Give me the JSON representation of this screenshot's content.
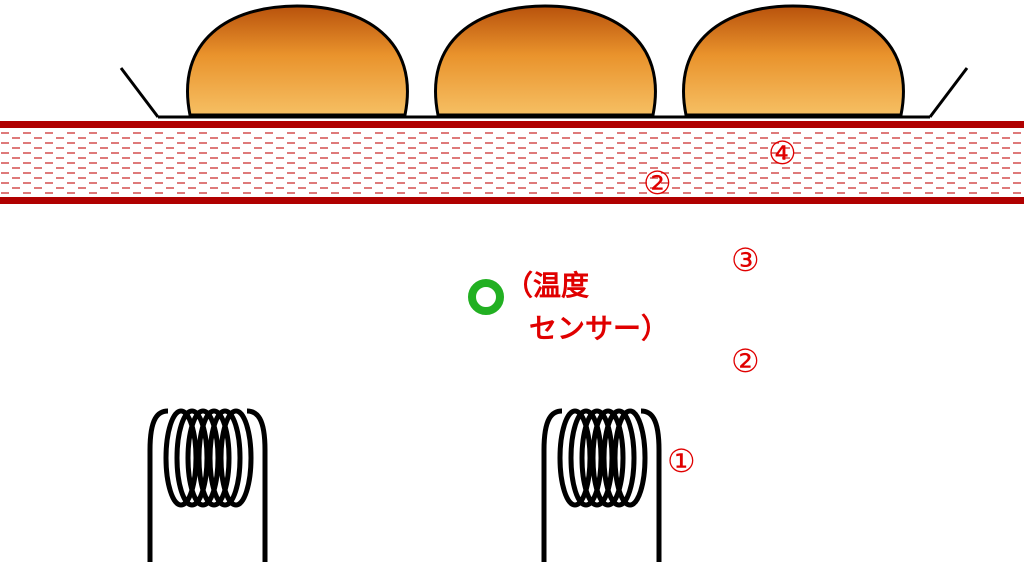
{
  "labels": {
    "mark_1": "①",
    "mark_2_tray": "②",
    "mark_2_air": "②",
    "mark_3": "③",
    "mark_4": "④",
    "sensor_line1": "（温度",
    "sensor_line2": "センサー）"
  },
  "colors": {
    "label": "#e00000",
    "plate_border": "#b00000",
    "plate_dash": "#d04040",
    "bread_top": "#b8520c",
    "bread_mid": "#e9932c",
    "bread_bottom": "#f6bf63",
    "sensor_ring": "#22b022",
    "coil": "#000000"
  }
}
